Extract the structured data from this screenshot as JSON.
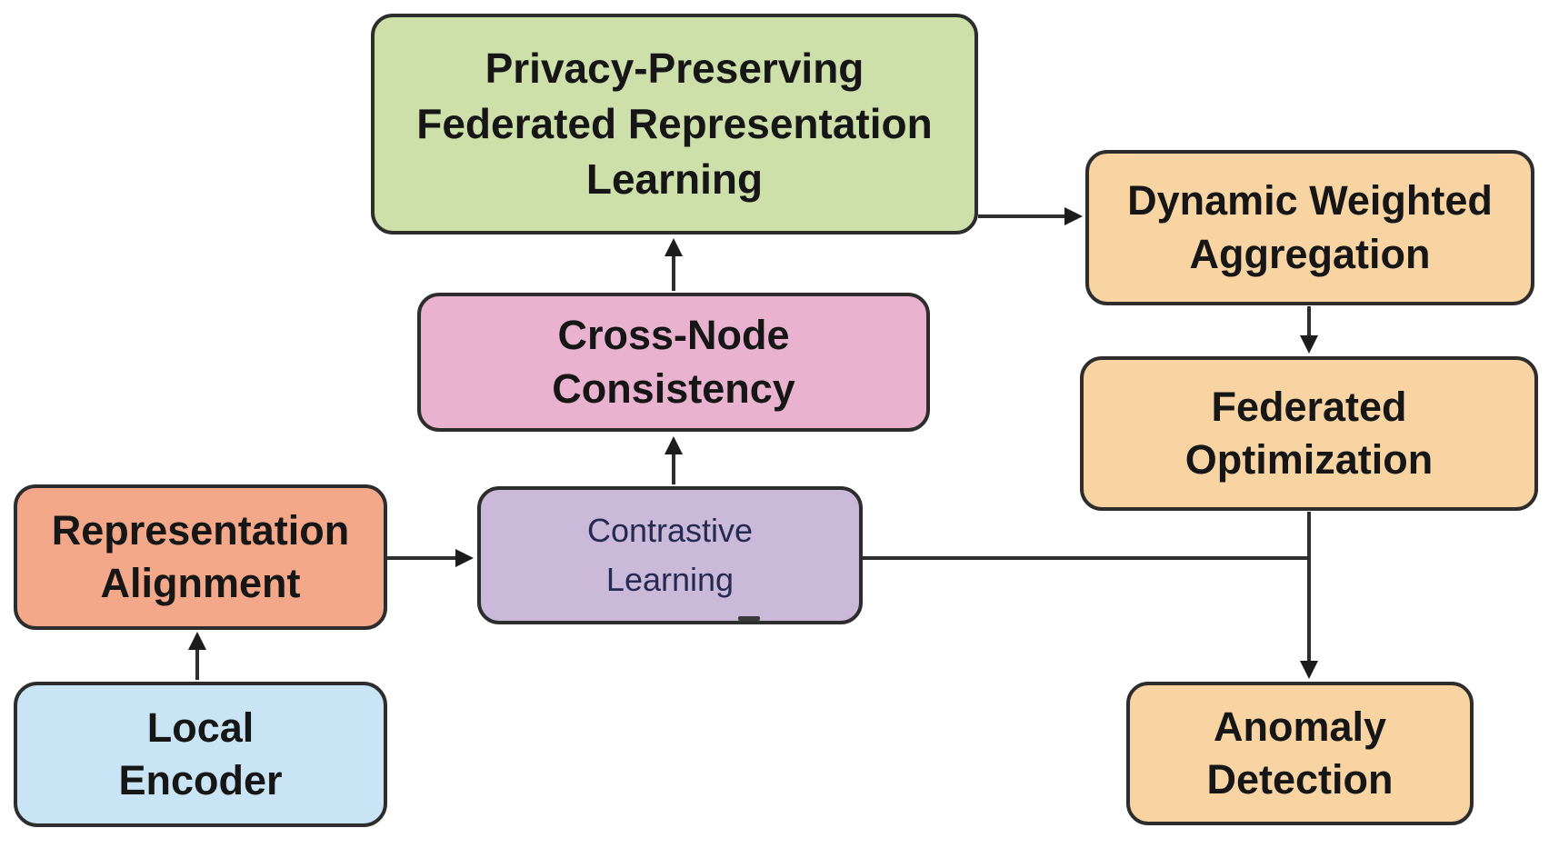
{
  "diagram": {
    "type": "flowchart",
    "background": "#ffffff",
    "stroke_color": "#2e2e2e",
    "default_text_color": "#161616"
  },
  "nodes": [
    {
      "id": "privacy-preserving-federated-representation-learning",
      "label": "Privacy-Preserving\nFederated Representation\nLearning",
      "fill": "#cde0a9"
    },
    {
      "id": "dynamic-weighted-aggregation",
      "label": "Dynamic Weighted\nAggregation",
      "fill": "#f8d4a2"
    },
    {
      "id": "cross-node-consistency",
      "label": "Cross-Node\nConsistency",
      "fill": "#e9b2cf"
    },
    {
      "id": "contrastive-learning",
      "label": "Contrastive\nLearning",
      "fill": "#cbb9da",
      "text_color": "#252a52"
    },
    {
      "id": "representation-alignment",
      "label": "Representation\nAlignment",
      "fill": "#f4a88a"
    },
    {
      "id": "local-encoder",
      "label": "Local\nEncoder",
      "fill": "#c9e5f5"
    },
    {
      "id": "federated-optimization",
      "label": "Federated\nOptimization",
      "fill": "#f8d4a2"
    },
    {
      "id": "anomaly-detection",
      "label": "Anomaly\nDetection",
      "fill": "#f8d4a2"
    }
  ],
  "edges": [
    {
      "from": "local-encoder",
      "to": "representation-alignment",
      "arrow": true
    },
    {
      "from": "representation-alignment",
      "to": "contrastive-learning",
      "arrow": true
    },
    {
      "from": "contrastive-learning",
      "to": "cross-node-consistency",
      "arrow": true
    },
    {
      "from": "cross-node-consistency",
      "to": "privacy-preserving-federated-representation-learning",
      "arrow": true
    },
    {
      "from": "privacy-preserving-federated-representation-learning",
      "to": "dynamic-weighted-aggregation",
      "arrow": true
    },
    {
      "from": "dynamic-weighted-aggregation",
      "to": "federated-optimization",
      "arrow": true
    },
    {
      "from": "federated-optimization",
      "to": "anomaly-detection",
      "arrow": true
    },
    {
      "from": "contrastive-learning",
      "to": "federated-optimization-anomaly-line",
      "arrow": false
    }
  ]
}
